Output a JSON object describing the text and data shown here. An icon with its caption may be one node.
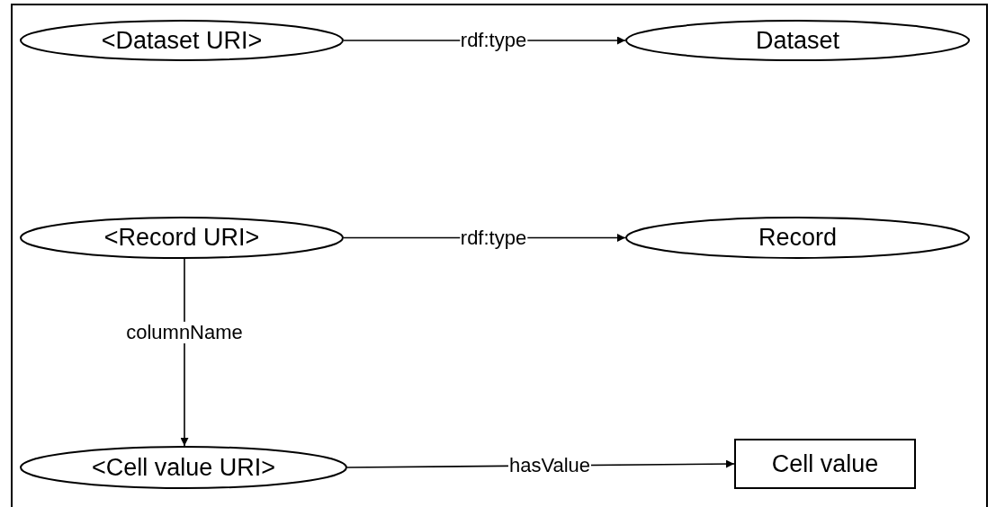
{
  "diagram": {
    "nodes": [
      {
        "text": [
          "<Dataset URI>"
        ]
      },
      {
        "text": [
          "Dataset"
        ]
      },
      {
        "text": [
          "<Record URI>"
        ]
      },
      {
        "text": [
          "Record"
        ]
      },
      {
        "text": [
          "<Cell value URI>"
        ]
      },
      {
        "text": [
          "Cell value"
        ]
      }
    ],
    "edges": [
      {
        "from": 0,
        "to": 1,
        "arrow": "to",
        "label": "rdf:type"
      },
      {
        "from": 2,
        "to": 3,
        "arrow": "to",
        "label": "rdf:type"
      },
      {
        "from": 2,
        "to": 4,
        "arrow": "to",
        "label": "columnName"
      },
      {
        "from": 4,
        "to": 5,
        "arrow": "to",
        "label": "hasValue"
      }
    ]
  }
}
